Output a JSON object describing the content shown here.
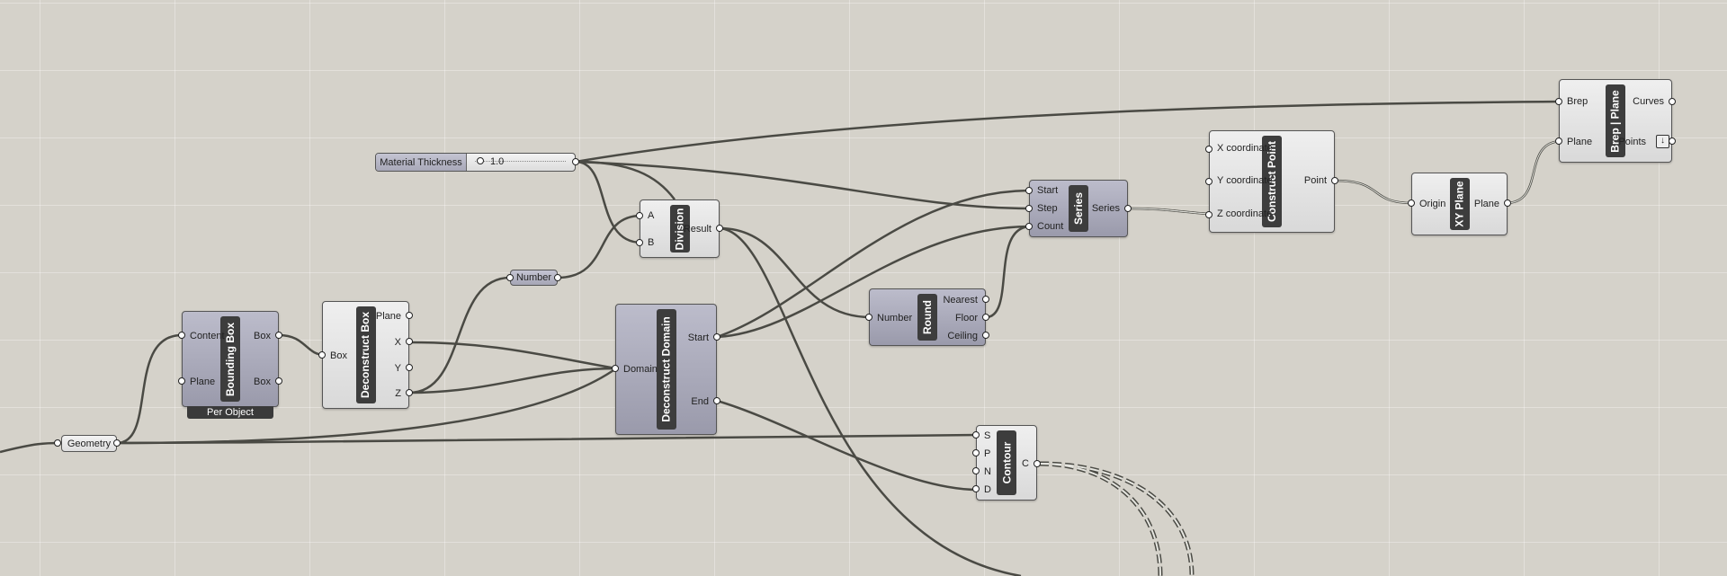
{
  "canvas": {
    "background": "#d5d2ca",
    "wire_color": "#4a4a44"
  },
  "params": {
    "geometry": "Geometry",
    "number": "Number"
  },
  "slider": {
    "label": "Material Thickness",
    "value": "1.0"
  },
  "components": {
    "bounding_box": {
      "name": "Bounding Box",
      "inputs": [
        "Content",
        "Plane"
      ],
      "outputs": [
        "Box",
        "Box"
      ],
      "footer": "Per Object"
    },
    "deconstruct_box": {
      "name": "Deconstruct Box",
      "inputs": [
        "Box"
      ],
      "outputs": [
        "Plane",
        "X",
        "Y",
        "Z"
      ]
    },
    "division": {
      "name": "Division",
      "inputs": [
        "A",
        "B"
      ],
      "outputs": [
        "Result"
      ]
    },
    "deconstruct_domain": {
      "name": "Deconstruct Domain",
      "inputs": [
        "Domain"
      ],
      "outputs": [
        "Start",
        "End"
      ]
    },
    "round": {
      "name": "Round",
      "inputs": [
        "Number"
      ],
      "outputs": [
        "Nearest",
        "Floor",
        "Ceiling"
      ]
    },
    "series": {
      "name": "Series",
      "inputs": [
        "Start",
        "Step",
        "Count"
      ],
      "outputs": [
        "Series"
      ]
    },
    "contour": {
      "name": "Contour",
      "inputs": [
        "S",
        "P",
        "N",
        "D"
      ],
      "outputs": [
        "C"
      ]
    },
    "construct_point": {
      "name": "Construct Point",
      "inputs": [
        "X coordinate",
        "Y coordinate",
        "Z coordinate"
      ],
      "outputs": [
        "Point"
      ]
    },
    "xy_plane": {
      "name": "XY Plane",
      "inputs": [
        "Origin"
      ],
      "outputs": [
        "Plane"
      ]
    },
    "brep_plane": {
      "name": "Brep | Plane",
      "inputs": [
        "Brep",
        "Plane"
      ],
      "outputs": [
        "Curves",
        "Points"
      ]
    }
  },
  "icons": {
    "flatten": "flatten-arrow-icon"
  }
}
